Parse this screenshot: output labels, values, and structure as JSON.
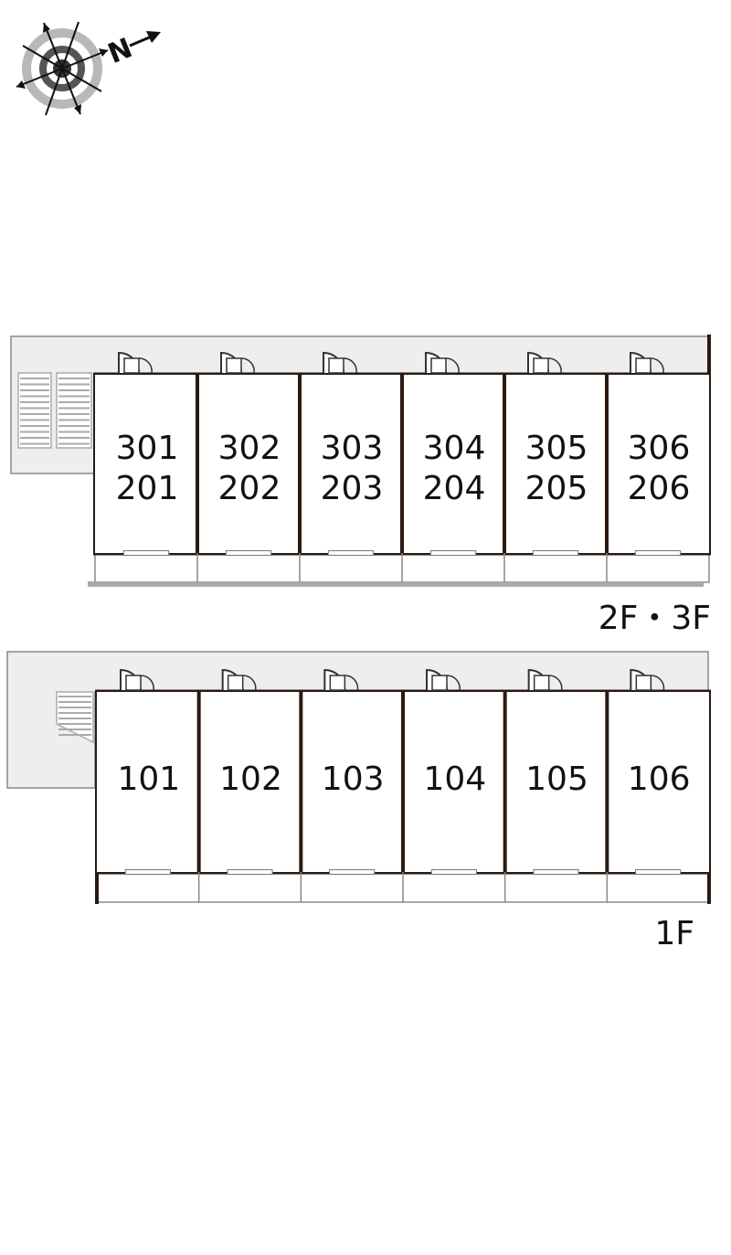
{
  "compass": {
    "north_letter": "N",
    "icon": "compass-rose-icon"
  },
  "upper_floor": {
    "floor_label": "2F・3F",
    "units": [
      {
        "top": "301",
        "bottom": "201"
      },
      {
        "top": "302",
        "bottom": "202"
      },
      {
        "top": "303",
        "bottom": "203"
      },
      {
        "top": "304",
        "bottom": "204"
      },
      {
        "top": "305",
        "bottom": "205"
      },
      {
        "top": "306",
        "bottom": "206"
      }
    ]
  },
  "ground_floor": {
    "floor_label": "1F",
    "units": [
      {
        "label": "101"
      },
      {
        "label": "102"
      },
      {
        "label": "103"
      },
      {
        "label": "104"
      },
      {
        "label": "105"
      },
      {
        "label": "106"
      }
    ]
  },
  "colors": {
    "wall": "#2a1a12",
    "corridor": "#eeeeee",
    "outline": "#888888",
    "stairs": "#aaaaaa",
    "door": "#333333"
  }
}
